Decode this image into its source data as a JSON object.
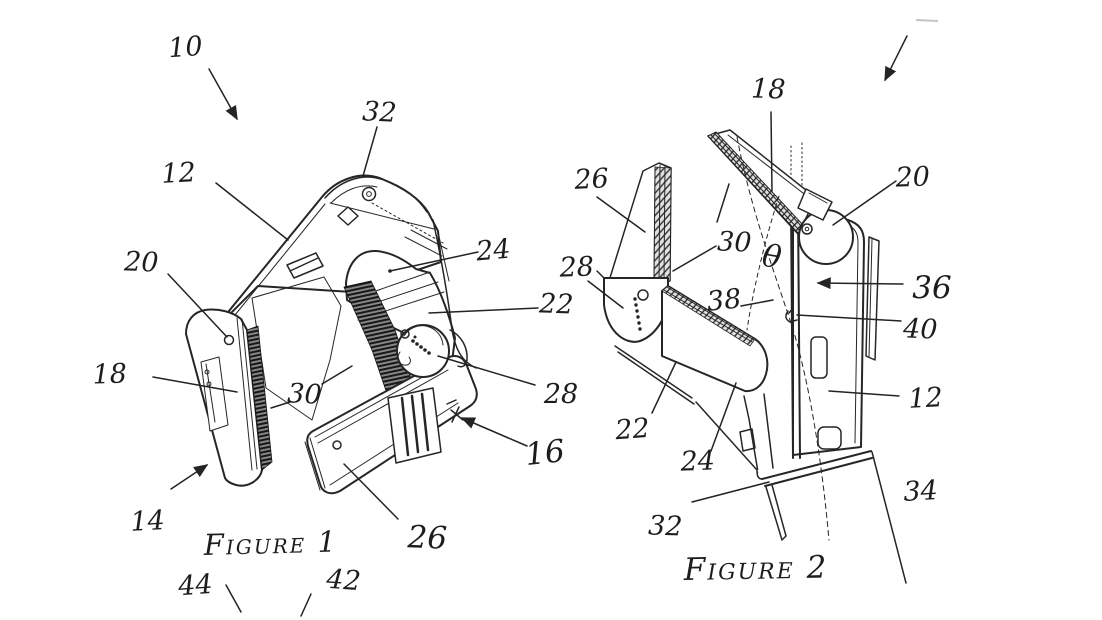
{
  "page": {
    "background": "#ffffff",
    "ink": "#262626",
    "description": "Hand-drawn patent figure sheet with two views of a clip mechanism"
  },
  "figure1": {
    "caption": "Figure 1",
    "labels": [
      {
        "id": "10",
        "text": "10"
      },
      {
        "id": "32",
        "text": "32"
      },
      {
        "id": "12",
        "text": "12"
      },
      {
        "id": "20",
        "text": "20"
      },
      {
        "id": "24",
        "text": "24"
      },
      {
        "id": "22",
        "text": "22"
      },
      {
        "id": "28",
        "text": "28"
      },
      {
        "id": "18",
        "text": "18"
      },
      {
        "id": "30",
        "text": "30"
      },
      {
        "id": "16",
        "text": "16"
      },
      {
        "id": "14",
        "text": "14"
      },
      {
        "id": "26",
        "text": "26"
      },
      {
        "id": "44",
        "text": "44"
      },
      {
        "id": "42",
        "text": "42"
      }
    ]
  },
  "figure2": {
    "caption": "Figure 2",
    "angle_symbol": "θ",
    "labels": [
      {
        "id": "18",
        "text": "18"
      },
      {
        "id": "26",
        "text": "26"
      },
      {
        "id": "30",
        "text": "30"
      },
      {
        "id": "20",
        "text": "20"
      },
      {
        "id": "36",
        "text": "36"
      },
      {
        "id": "28",
        "text": "28"
      },
      {
        "id": "38",
        "text": "38"
      },
      {
        "id": "40",
        "text": "40"
      },
      {
        "id": "12",
        "text": "12"
      },
      {
        "id": "22",
        "text": "22"
      },
      {
        "id": "24",
        "text": "24"
      },
      {
        "id": "32",
        "text": "32"
      },
      {
        "id": "34",
        "text": "34"
      }
    ]
  }
}
